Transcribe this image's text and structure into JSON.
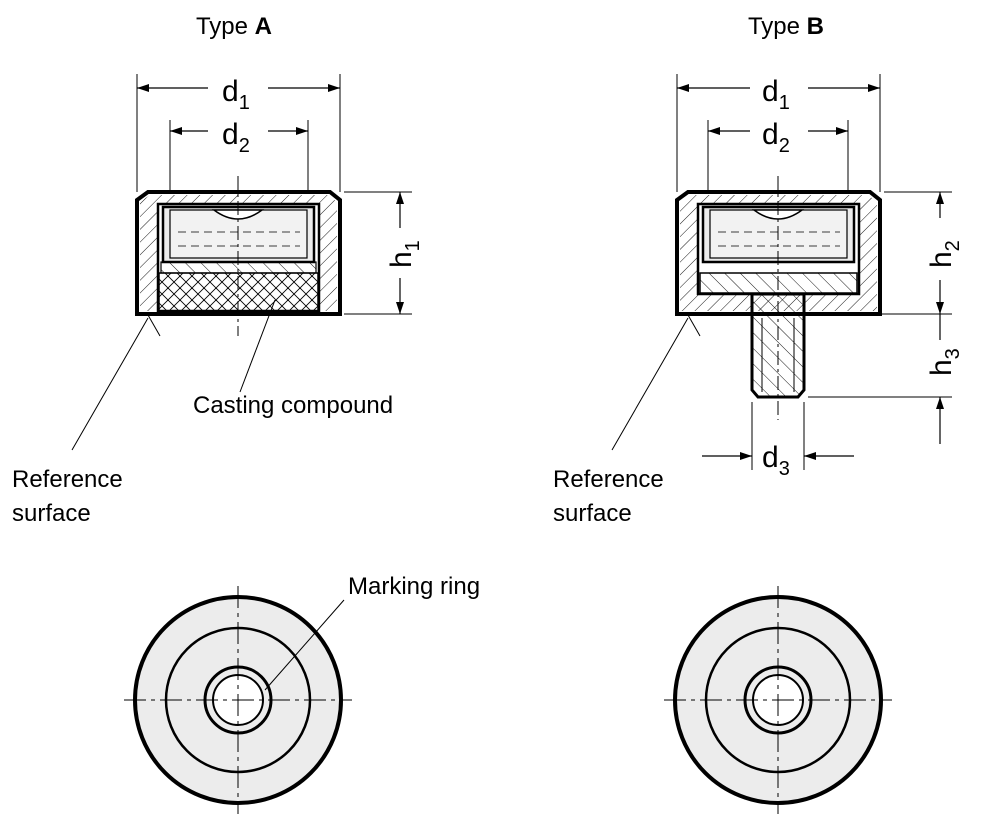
{
  "type_a": {
    "title_prefix": "Type ",
    "title_letter": "A",
    "d1": {
      "main": "d",
      "sub": "1"
    },
    "d2": {
      "main": "d",
      "sub": "2"
    },
    "h1": {
      "main": "h",
      "sub": "1"
    },
    "casting_label": "Casting compound",
    "reference_line1": "Reference",
    "reference_line2": "surface"
  },
  "type_b": {
    "title_prefix": "Type ",
    "title_letter": "B",
    "d1": {
      "main": "d",
      "sub": "1"
    },
    "d2": {
      "main": "d",
      "sub": "2"
    },
    "d3": {
      "main": "d",
      "sub": "3"
    },
    "h2": {
      "main": "h",
      "sub": "2"
    },
    "h3": {
      "main": "h",
      "sub": "3"
    },
    "reference_line1": "Reference",
    "reference_line2": "surface"
  },
  "top_view": {
    "marking_label": "Marking ring"
  },
  "colors": {
    "line": "#000000",
    "fill_light": "#ececec",
    "background": "#ffffff"
  }
}
